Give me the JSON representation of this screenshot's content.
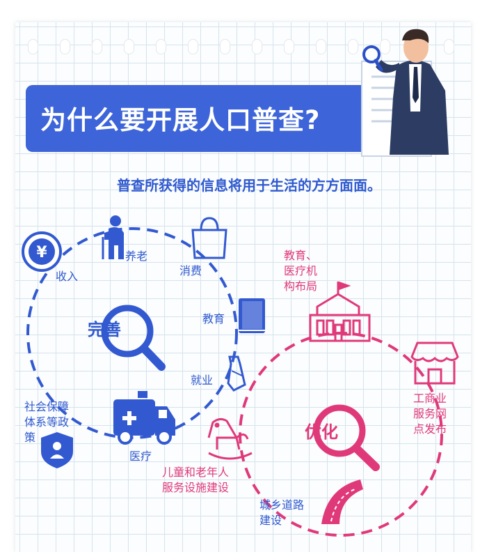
{
  "header": {
    "title": "为什么要开展人口普查?",
    "subtitle": "普查所获得的信息将用于生活的方方面面。"
  },
  "left_group": {
    "center": "完善",
    "items": {
      "income": "收入",
      "elderly_care": "养老",
      "consumption": "消费",
      "education": "教育",
      "employment": "就业",
      "medical": "医疗",
      "social_security": [
        "社会保障",
        "体系等政",
        "策"
      ]
    }
  },
  "right_group": {
    "center": "优化",
    "items": {
      "institutions": [
        "教育、",
        "医疗机",
        "构布局"
      ],
      "business": [
        "工商业",
        "服务网",
        "点发布"
      ],
      "child_elderly": [
        "儿童和老年人",
        "服务设施建设"
      ],
      "roads": [
        "城乡道路",
        "建设"
      ]
    }
  },
  "colors": {
    "blue": "#2f59cf",
    "pink": "#e0397a",
    "banner": "#3d64d8"
  },
  "icons": [
    "yuan-icon",
    "elderly-icon",
    "shopping-bag-icon",
    "book-icon",
    "tie-icon",
    "ambulance-icon",
    "shield-user-icon",
    "magnifier-icon",
    "school-building-icon",
    "shop-icon",
    "rocking-horse-icon",
    "road-icon",
    "businessman-illustration"
  ]
}
